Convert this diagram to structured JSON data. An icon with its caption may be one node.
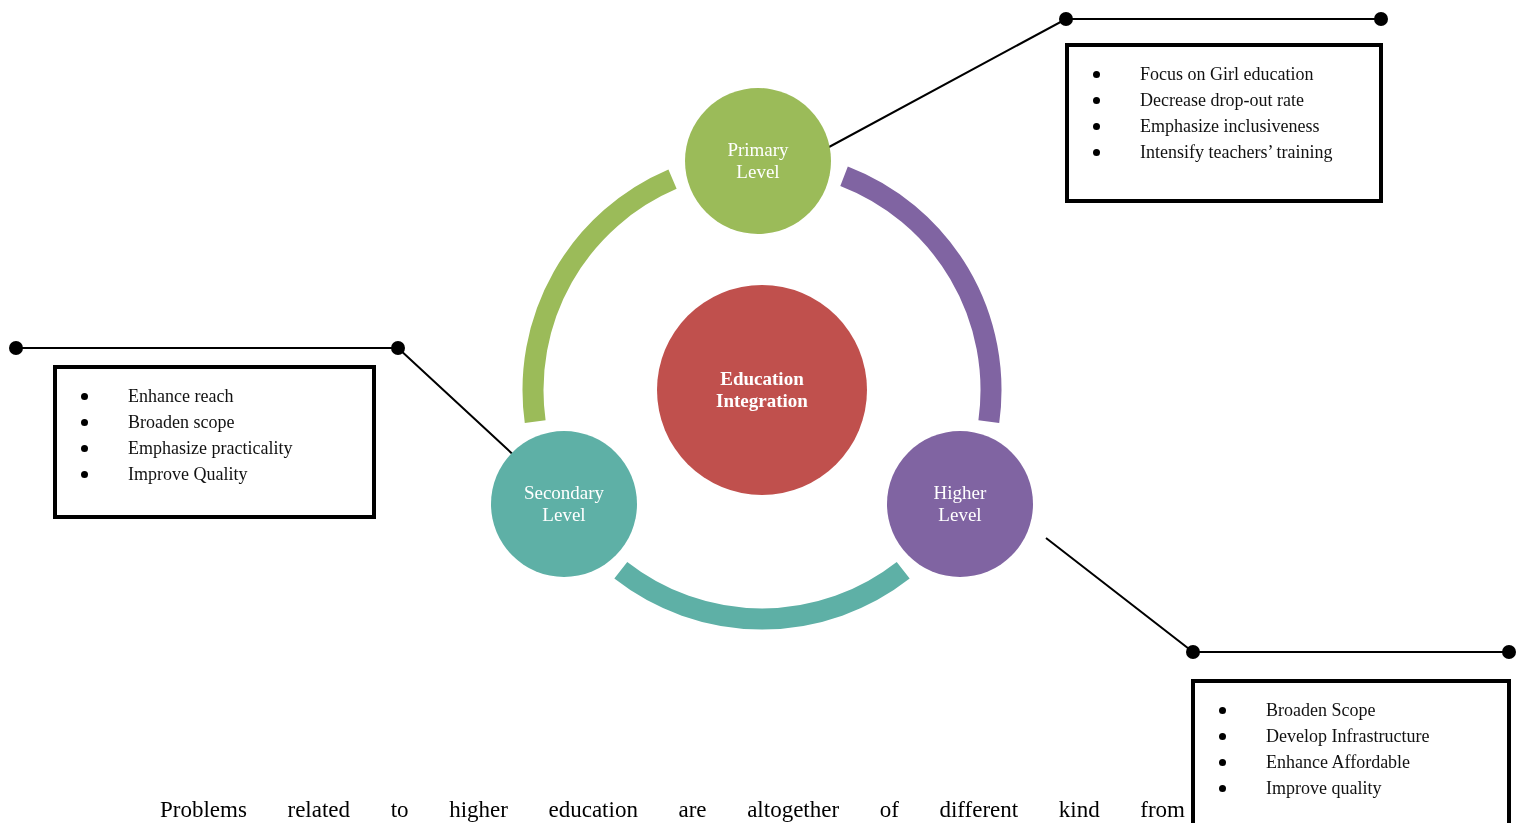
{
  "diagram": {
    "nodes": [
      {
        "text": [
          "Education Integration"
        ]
      },
      {
        "text": [
          "Primary Level"
        ]
      },
      {
        "text": [
          "Secondary Level"
        ]
      },
      {
        "text": [
          "Higher Level"
        ]
      },
      {
        "text": [
          "Focus on Girl education",
          "Decrease drop-out rate",
          "Emphasize inclusiveness",
          "Intensify teachers’ training"
        ]
      },
      {
        "text": [
          "Enhance reach",
          "Broaden scope",
          "Emphasize practicality",
          "Improve Quality"
        ]
      },
      {
        "text": [
          "Broaden Scope",
          "Develop Infrastructure",
          "Enhance Affordable",
          "Improve quality"
        ]
      }
    ],
    "edges": [
      {
        "from": 1,
        "to": 2,
        "arrow": "none",
        "style": "thick",
        "color": "#9bbb59"
      },
      {
        "from": 1,
        "to": 3,
        "arrow": "none",
        "style": "thick",
        "color": "#8064a2"
      },
      {
        "from": 2,
        "to": 3,
        "arrow": "none",
        "style": "thick",
        "color": "#5eb0a6"
      },
      {
        "from": 1,
        "to": 4,
        "arrow": "other"
      },
      {
        "from": 2,
        "to": 5,
        "arrow": "other"
      },
      {
        "from": 3,
        "to": 6,
        "arrow": "other"
      }
    ],
    "labels": [
      "Problems related to higher education are altogether of different kind from"
    ]
  }
}
